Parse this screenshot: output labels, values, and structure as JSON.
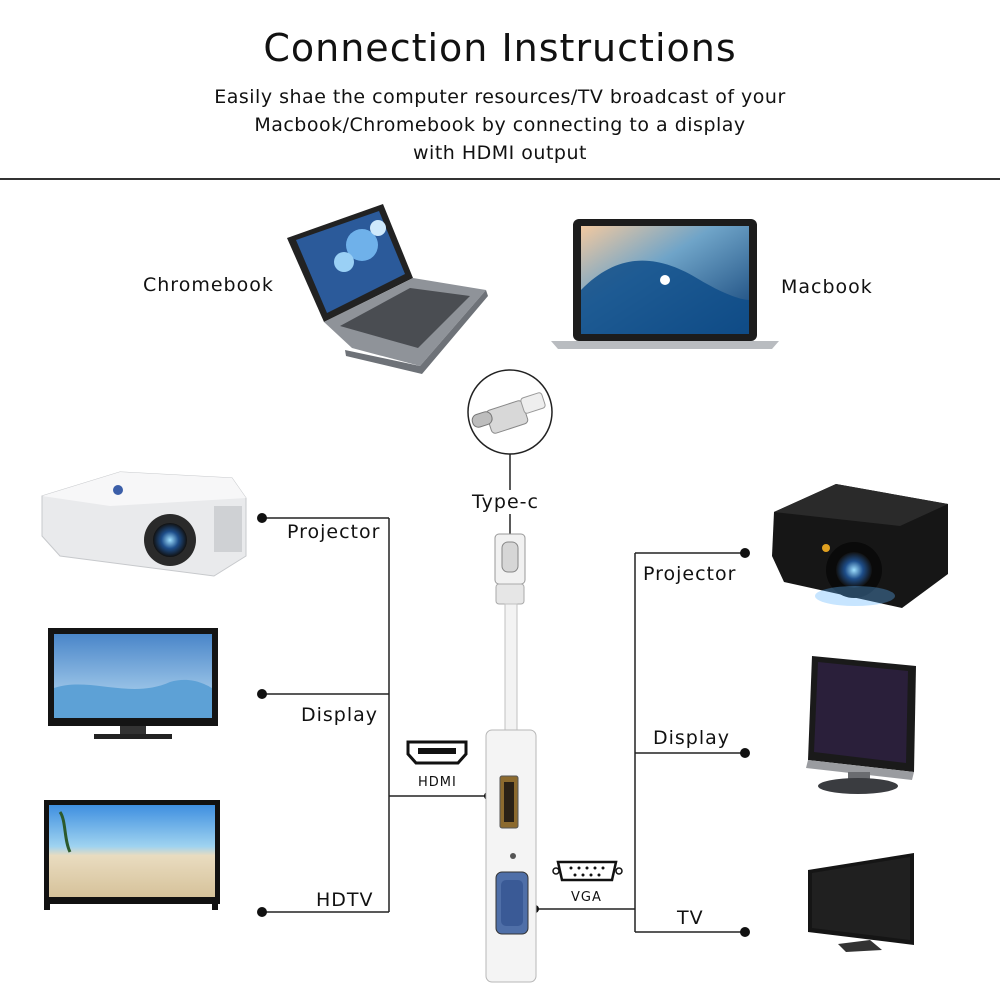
{
  "header": {
    "title": "Connection Instructions",
    "subtitle_lines": [
      "Easily shae the computer resources/TV broadcast of your",
      "Macbook/Chromebook by connecting to a display",
      "with HDMI output"
    ]
  },
  "sources": {
    "left_label": "Chromebook",
    "right_label": "Macbook"
  },
  "connector": {
    "label": "Type-c"
  },
  "hdmi_side": {
    "port_label": "HDMI",
    "devices": [
      "Projector",
      "Display",
      "HDTV"
    ]
  },
  "vga_side": {
    "port_label": "VGA",
    "devices": [
      "Projector",
      "Display",
      "TV"
    ]
  },
  "icons": [
    "chromebook-laptop-icon",
    "macbook-laptop-icon",
    "type-c-plug-icon",
    "hdmi-port-icon",
    "vga-port-icon",
    "white-projector-icon",
    "flat-display-icon",
    "hdtv-icon",
    "black-projector-icon",
    "lcd-monitor-icon",
    "tv-icon",
    "adapter-icon"
  ]
}
